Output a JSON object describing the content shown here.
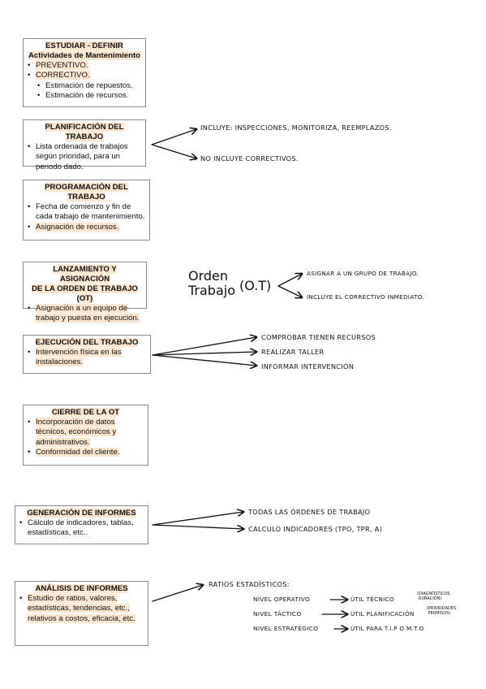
{
  "boxes": {
    "estudiar": {
      "title1": "ESTUDIAR - DEFINIR",
      "title2": "Actividades de Mantenimiento",
      "items": [
        "PREVENTIVO.",
        "CORRECTIVO.",
        "Estimación de repuestos.",
        "Estimación de recursos."
      ]
    },
    "planificacion": {
      "title": "PLANIFICACIÓN DEL TRABAJO",
      "items": [
        "Lista ordenada de trabajos según prioridad, para un periodo dado."
      ]
    },
    "programacion": {
      "title": "PROGRAMACIÓN DEL TRABAJO",
      "items": [
        "Fecha de comienzo y fin de cada trabajo de mantenimiento.",
        "Asignación de recursos."
      ]
    },
    "lanzamiento": {
      "title1": "LANZAMIENTO Y ASIGNACIÓN",
      "title2": "DE LA ORDEN DE TRABAJO (OT)",
      "items": [
        "Asignación a un equipo de trabajo y puesta en ejecución."
      ]
    },
    "ejecucion": {
      "title": "EJECUCIÓN DEL TRABAJO",
      "items": [
        "Intervención física en las instalaciones."
      ]
    },
    "cierre": {
      "title": "CIERRE DE LA OT",
      "items": [
        "Incorporación de datos técnicos, económicos y administrativos.",
        "Conformidad del cliente."
      ]
    },
    "generacion": {
      "title": "GENERACIÓN DE INFORMES",
      "items": [
        "Cálculo de indicadores, tablas, estadísticas, etc.."
      ]
    },
    "analisis": {
      "title": "ANÁLISIS DE INFORMES",
      "items": [
        "Estudio de ratios, valores, estadísticas, tendencias, etc., relativos a costos, eficacia, etc."
      ]
    }
  },
  "notes": {
    "planificacion": [
      "Incluye: Inspecciones, monitoriza, reemplazos.",
      "No incluye correctivos."
    ],
    "ot_label": "Orden Trabajo (O.T)",
    "ot_label_line1": "Orden",
    "ot_label_line2": "Trabajo",
    "ot_label_paren": "(O.T)",
    "lanzamiento": [
      "Asignar a un grupo de trabajo.",
      "Incluye el correctivo inmediato."
    ],
    "ejecucion": [
      "Comprobar tienen recursos",
      "Realizar taller",
      "Informar intervención"
    ],
    "generacion": [
      "Todas las órdenes de trabajo",
      "Calculo indicadores (TPO, TPR, A)"
    ],
    "analisis": {
      "header": "Ratios estadísticos:",
      "levels": [
        {
          "level": "Nivel operativo",
          "use": "útil técnico",
          "detail1": "diagnósticos",
          "detail2": "duración"
        },
        {
          "level": "Nivel táctico",
          "use": "útil planificación",
          "detail1": "prioridades",
          "detail2": "permisos"
        },
        {
          "level": "Nivel estratégico",
          "use": "útil para T.I.P o M.T.O",
          "detail1": "",
          "detail2": ""
        }
      ]
    }
  }
}
